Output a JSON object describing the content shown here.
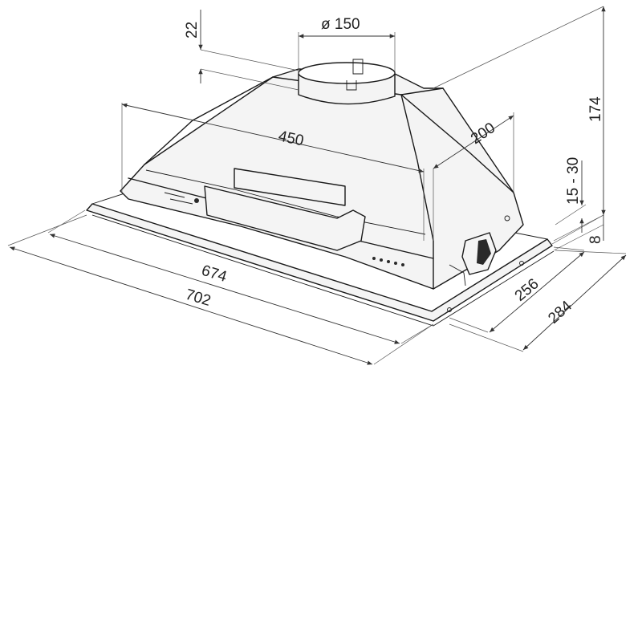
{
  "dimensions": {
    "duct_diameter": "ø 150",
    "duct_height": "22",
    "total_height": "174",
    "inner_width": "450",
    "inner_depth": "200",
    "adjust_range": "15 - 30",
    "panel_thickness": "8",
    "cutout_width": "674",
    "overall_width": "702",
    "cutout_depth": "256",
    "overall_depth": "284"
  },
  "colors": {
    "line": "#1a1a1a",
    "dimension": "#333333",
    "background": "#ffffff"
  }
}
